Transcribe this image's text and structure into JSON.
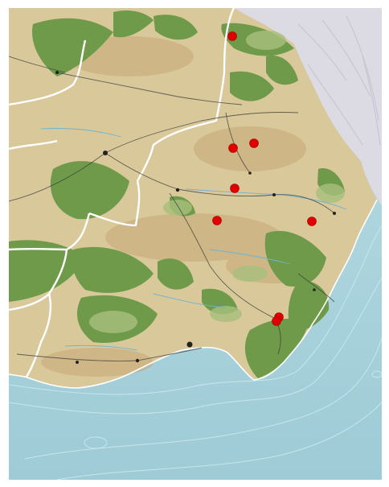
{
  "map": {
    "colors": {
      "sea": "#a9d3dd",
      "land": "#d8c89a",
      "forest": "#6e9a4a",
      "mountain_shade": "#c9a878",
      "foreign_land": "#dcdbe3",
      "border": "#ffffff",
      "roads": "#3a3a3a",
      "marker": "#e00000"
    },
    "markers": [
      {
        "id": "marker-1"
      },
      {
        "id": "marker-2"
      },
      {
        "id": "marker-3"
      },
      {
        "id": "marker-4"
      },
      {
        "id": "marker-5"
      },
      {
        "id": "marker-6"
      },
      {
        "id": "marker-7"
      },
      {
        "id": "marker-8"
      }
    ]
  }
}
